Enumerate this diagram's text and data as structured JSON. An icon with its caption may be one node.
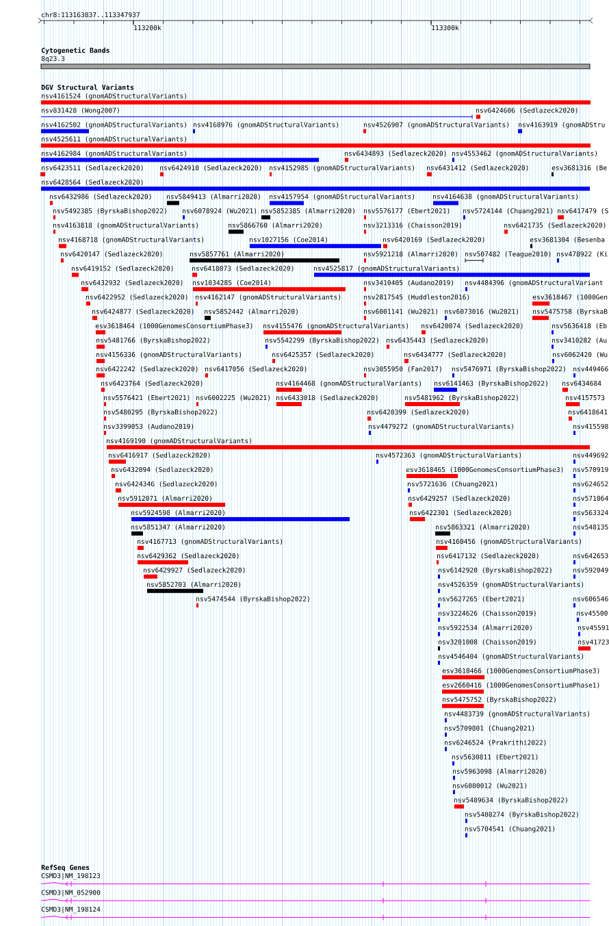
{
  "diagram": {
    "labels": [
      "chr8:113163837..113347937",
      "113200k",
      "113300k",
      "Cytogenetic Bands",
      "8q23.3",
      "DGV Structural Variants",
      "nsv4161524 (gnomADStructuralVariants)",
      "nsv831428 (Wong2007)",
      "nsv6424606 (Sedlazeck2020)",
      "nsv4162502 (gnomADStructuralVariants)",
      "nsv4168976 (gnomADStructuralVariants)",
      "nsv4526907 (gnomADStructuralVariants)",
      "nsv4163919 (gnomADStru",
      "nsv4525611 (gnomADStructuralVariants)",
      "nsv4162984 (gnomADStructuralVariants)",
      "nsv6434893 (Sedlazeck2020)",
      "nsv4553462 (gnomADStructuralVariants)",
      "nsv6423511 (Sedlazeck2020)",
      "nsv6424910 (Sedlazeck2020)",
      "nsv4152985 (gnomADStructuralVariants)",
      "nsv6431412 (Sedlazeck2020)",
      "esv3681316 (Be",
      "nsv6428564 (Sedlazeck2020)",
      "nsv6432986 (Sedlazeck2020)",
      "nsv5849413 (Almarri2020)",
      "nsv4157954 (gnomADStructuralVariants)",
      "nsv4164638 (gnomADStructuralVariants)",
      "nsv5492385 (ByrskaBishop2022)",
      "nsv6078924 (Wu2021)",
      "nsv5852385 (Almarri2020)",
      "nsv5576177 (Ebert2021)",
      "nsv5724144 (Chuang2021)",
      "nsv6417479 (S",
      "nsv4163818 (gnomADStructuralVariants)",
      "nsv5866760 (Almarri2020)",
      "nsv3213316 (Chaisson2019)",
      "nsv6421735 (Sedlazeck2020)",
      "nsv4168718 (gnomADStructuralVariants)",
      "nsv1027156 (Coe2014)",
      "nsv6420169 (Sedlazeck2020)",
      "esv3681304 (Besenba",
      "nsv6420147 (Sedlazeck2020)",
      "nsv5857761 (Almarri2020)",
      "nsv5921218 (Almarri2020)",
      "nsv507482 (Teague2010)",
      "nsv478922 (Ki",
      "nsv6419152 (Sedlazeck2020)",
      "nsv6418073 (Sedlazeck2020)",
      "nsv4525817 (gnomADStructuralVariants)",
      "nsv6432932 (Sedlazeck2020)",
      "nsv1034285 (Coe2014)",
      "nsv3410405 (Audano2019)",
      "nsv4484396 (gnomADStructuralVariant",
      "nsv6422952 (Sedlazeck2020)",
      "nsv4162147 (gnomADStructuralVariants)",
      "nsv2817545 (Huddleston2016)",
      "esv3618467 (1000Gen",
      "nsv6424877 (Sedlazeck2020)",
      "nsv5852442 (Almarri2020)",
      "nsv6001141 (Wu2021)",
      "nsv6073016 (Wu2021)",
      "nsv5475758 (ByrskaB",
      "esv3618464 (1000GenomesConsortiumPhase3)",
      "nsv4155476 (gnomADStructuralVariants)",
      "nsv6420074 (Sedlazeck2020)",
      "nsv5636418 (Eb",
      "nsv5481766 (ByrskaBishop2022)",
      "nsv5542299 (ByrskaBishop2022)",
      "nsv6435443 (Sedlazeck2020)",
      "nsv3410282 (Au",
      "nsv4156336 (gnomADStructuralVariants)",
      "nsv6425357 (Sedlazeck2020)",
      "nsv6434777 (Sedlazeck2020)",
      "nsv6062420 (Wu",
      "nsv6422242 (Sedlazeck2020)",
      "nsv6417056 (Sedlazeck2020)",
      "nsv3055950 (Fan2017)",
      "nsv5476971 (ByrskaBishop2022)",
      "nsv449466",
      "nsv6423764 (Sedlazeck2020)",
      "nsv4164468 (gnomADStructuralVariants)",
      "nsv6141463 (ByrskaBishop2022)",
      "nsv6434684",
      "nsv5576421 (Ebert2021)",
      "nsv6002225 (Wu2021)",
      "nsv6433018 (Sedlazeck2020)",
      "nsv5481962 (ByrskaBishop2022)",
      "nsv4157573",
      "nsv5480295 (ByrskaBishop2022)",
      "nsv6420399 (Sedlazeck2020)",
      "nsv6418641",
      "nsv3399053 (Audano2019)",
      "nsv4479272 (gnomADStructuralVariants)",
      "nsv415598",
      "nsv4169190 (gnomADStructuralVariants)",
      "nsv6416917 (Sedlazeck2020)",
      "nsv4572363 (gnomADStructuralVariants)",
      "nsv449692",
      "nsv6432094 (Sedlazeck2020)",
      "esv3618465 (1000GenomesConsortiumPhase3)",
      "nsv570919",
      "nsv6424346 (Sedlazeck2020)",
      "nsv5721636 (Chuang2021)",
      "nsv624652",
      "nsv5912071 (Almarri2020)",
      "nsv6429257 (Sedlazeck2020)",
      "nsv571064",
      "nsv5924598 (Almarri2020)",
      "nsv6422301 (Sedlazeck2020)",
      "nsv563324",
      "nsv5851347 (Almarri2020)",
      "nsv5863321 (Almarri2020)",
      "nsv548135",
      "nsv4167713 (gnomADStructuralVariants)",
      "nsv4160456 (gnomADStructuralVariants)",
      "nsv6429362 (Sedlazeck2020)",
      "nsv6417132 (Sedlazeck2020)",
      "nsv642653",
      "nsv6429927 (Sedlazeck2020)",
      "nsv6142920 (ByrskaBishop2022)",
      "nsv592049",
      "nsv5852703 (Almarri2020)",
      "nsv4526359 (gnomADStructuralVariants)",
      "nsv5474544 (ByrskaBishop2022)",
      "nsv5627265 (Ebert2021)",
      "nsv606546",
      "nsv3224626 (Chaisson2019)",
      "nsv45500",
      "nsv5922534 (Almarri2020)",
      "nsv45591",
      "nsv3201008 (Chaisson2019)",
      "nsv41723",
      "nsv4546404 (gnomADStructuralVariants)",
      "esv3618466 (1000GenomesConsortiumPhase3)",
      "esv2660416 (1000GenomesConsortiumPhase1)",
      "nsv5475752 (ByrskaBishop2022)",
      "nsv4483739 (gnomADStructuralVariants)",
      "nsv5709801 (Chuang2021)",
      "nsv6246524 (Prakrithi2022)",
      "nsv5630811 (Ebert2021)",
      "nsv5963098 (Almarri2020)",
      "nsv6080012 (Wu2021)",
      "nsv5489634 (ByrskaBishop2022)",
      "nsv5408274 (ByrskaBishop2022)",
      "nsv5704541 (Chuang2021)",
      "RefSeq Genes",
      "CSMD3|NM_198123",
      "CSMD3|NM_052900",
      "CSMD3|NM_198124"
    ]
  }
}
